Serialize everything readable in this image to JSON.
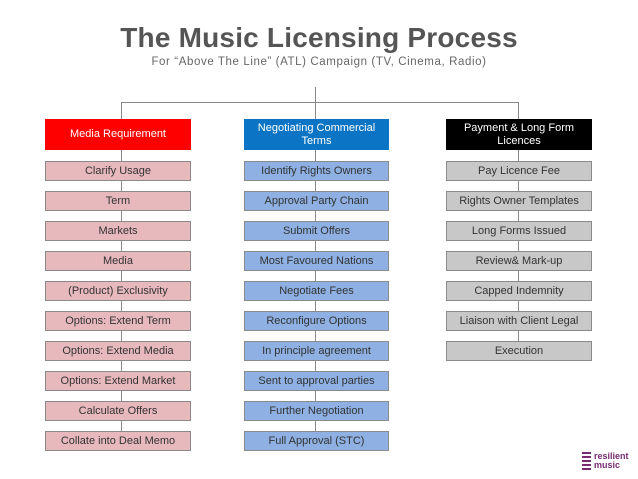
{
  "title": "The Music Licensing Process",
  "subtitle": "For “Above The Line” (ATL) Campaign (TV, Cinema, Radio)",
  "columns": [
    {
      "header": "Media Requirement",
      "items": [
        "Clarify Usage",
        "Term",
        "Markets",
        "Media",
        "(Product) Exclusivity",
        "Options: Extend Term",
        "Options: Extend Media",
        "Options: Extend Market",
        "Calculate Offers",
        "Collate into Deal Memo"
      ]
    },
    {
      "header": "Negotiating Commercial Terms",
      "items": [
        "Identify Rights Owners",
        "Approval Party Chain",
        "Submit Offers",
        "Most Favoured Nations",
        "Negotiate Fees",
        "Reconfigure Options",
        "In principle agreement",
        "Sent to approval parties",
        "Further Negotiation",
        "Full Approval (STC)"
      ]
    },
    {
      "header": "Payment & Long Form Licences",
      "items": [
        "Pay Licence Fee",
        "Rights Owner Templates",
        "Long Forms Issued",
        "Review& Mark-up",
        "Capped Indemnity",
        "Liaison with Client Legal",
        "Execution"
      ]
    }
  ],
  "colors": {
    "header_red": "#ff0000",
    "header_blue": "#0b74c4",
    "header_black": "#000000",
    "item_pink": "#e7b9bd",
    "item_blue": "#8eb0e3",
    "item_gray": "#c8c8c8"
  },
  "logo": {
    "line1": "resilient",
    "line2": "music",
    "icon": "resilient-music-logo-icon"
  }
}
